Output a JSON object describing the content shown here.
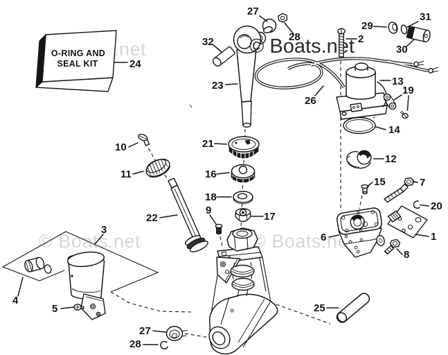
{
  "watermarks": {
    "top_left": "© Boats.net",
    "center": "© Boats.net",
    "mid_left": "© Boats.net",
    "mid_right": "© Boats.net"
  },
  "kit_box": {
    "line1": "O-RING AND",
    "line2": "SEAL KIT"
  },
  "callouts": [
    {
      "id": "27-top",
      "text": "27"
    },
    {
      "id": "28-top",
      "text": "28"
    },
    {
      "id": "2",
      "text": "2"
    },
    {
      "id": "29",
      "text": "29"
    },
    {
      "id": "31",
      "text": "31"
    },
    {
      "id": "30",
      "text": "30"
    },
    {
      "id": "32",
      "text": "32"
    },
    {
      "id": "24",
      "text": "24"
    },
    {
      "id": "23",
      "text": "23"
    },
    {
      "id": "26",
      "text": "26"
    },
    {
      "id": "13",
      "text": "13"
    },
    {
      "id": "19",
      "text": "19"
    },
    {
      "id": "14",
      "text": "14"
    },
    {
      "id": "12",
      "text": "12"
    },
    {
      "id": "15",
      "text": "15"
    },
    {
      "id": "7",
      "text": "7"
    },
    {
      "id": "20",
      "text": "20"
    },
    {
      "id": "1",
      "text": "1"
    },
    {
      "id": "6",
      "text": "6"
    },
    {
      "id": "8",
      "text": "8"
    },
    {
      "id": "10",
      "text": "10"
    },
    {
      "id": "11",
      "text": "11"
    },
    {
      "id": "22",
      "text": "22"
    },
    {
      "id": "21",
      "text": "21"
    },
    {
      "id": "16",
      "text": "16"
    },
    {
      "id": "18",
      "text": "18"
    },
    {
      "id": "9",
      "text": "9"
    },
    {
      "id": "17",
      "text": "17"
    },
    {
      "id": "3",
      "text": "3"
    },
    {
      "id": "4",
      "text": "4"
    },
    {
      "id": "5",
      "text": "5"
    },
    {
      "id": "25",
      "text": "25"
    },
    {
      "id": "27-bottom",
      "text": "27"
    },
    {
      "id": "28-bottom",
      "text": "28"
    }
  ],
  "colors": {
    "ink": "#151515",
    "watermark_light": "#d7d7d7",
    "watermark_dark": "#2b2b2b",
    "background": "#ffffff"
  }
}
